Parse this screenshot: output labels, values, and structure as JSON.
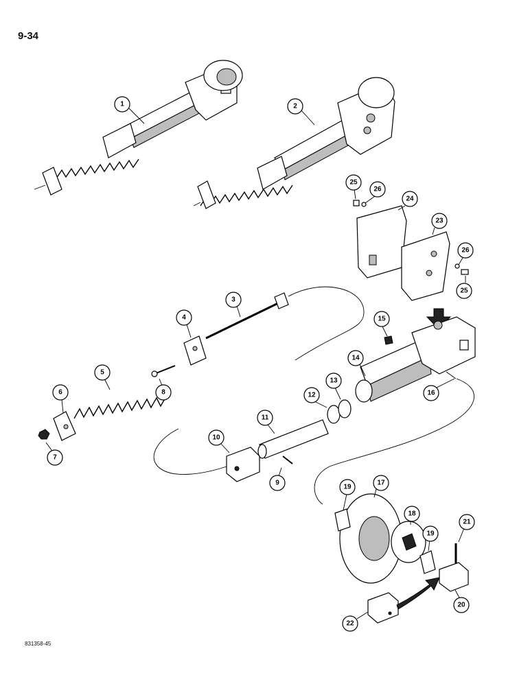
{
  "page": {
    "number": "9-34",
    "ref_code": "831358-45"
  },
  "callouts": [
    "1",
    "2",
    "3",
    "4",
    "5",
    "6",
    "7",
    "8",
    "9",
    "10",
    "11",
    "12",
    "13",
    "14",
    "15",
    "16",
    "17",
    "18",
    "19",
    "19",
    "20",
    "21",
    "22",
    "23",
    "24",
    "25",
    "25",
    "26",
    "26"
  ]
}
